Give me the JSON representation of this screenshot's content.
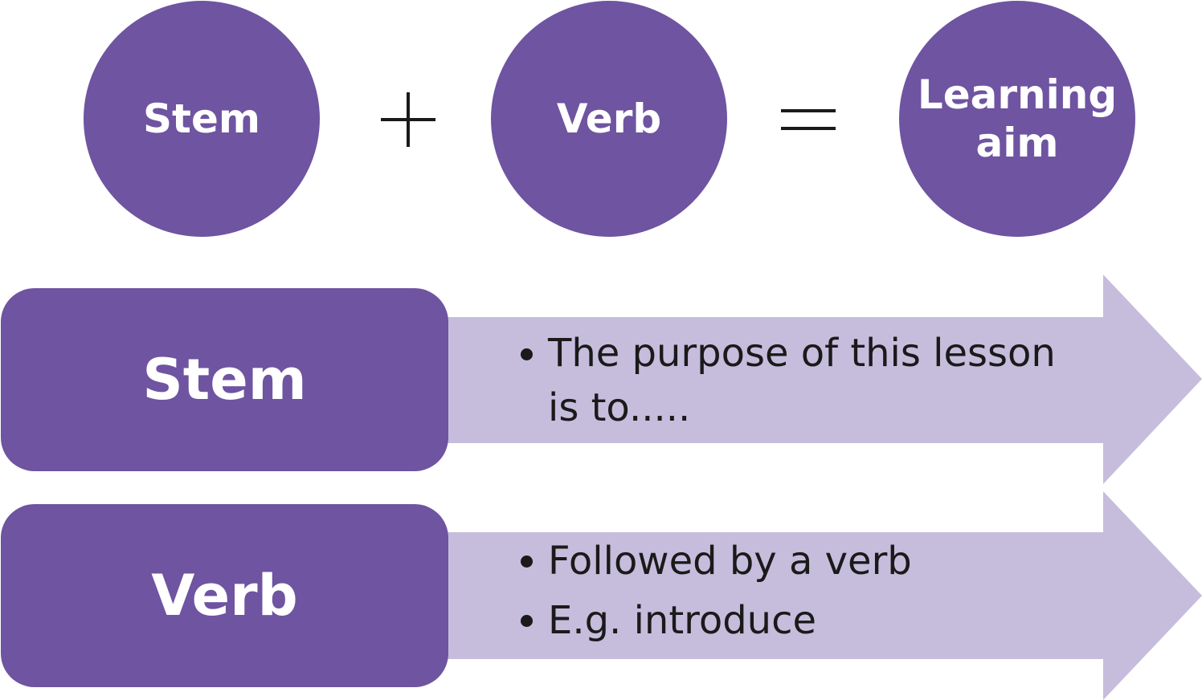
{
  "formula": {
    "stem_label": "Stem",
    "verb_label": "Verb",
    "aim_label_line1": "Learning",
    "aim_label_line2": "aim"
  },
  "rows": [
    {
      "label": "Stem",
      "bullets": [
        "The purpose of this lesson is to....."
      ]
    },
    {
      "label": "Verb",
      "bullets": [
        "Followed by a verb",
        "E.g. introduce"
      ]
    }
  ],
  "colors": {
    "dark_purple": "#6f54a1",
    "light_purple": "#c6bddd",
    "text_dark": "#1a1a1a"
  }
}
